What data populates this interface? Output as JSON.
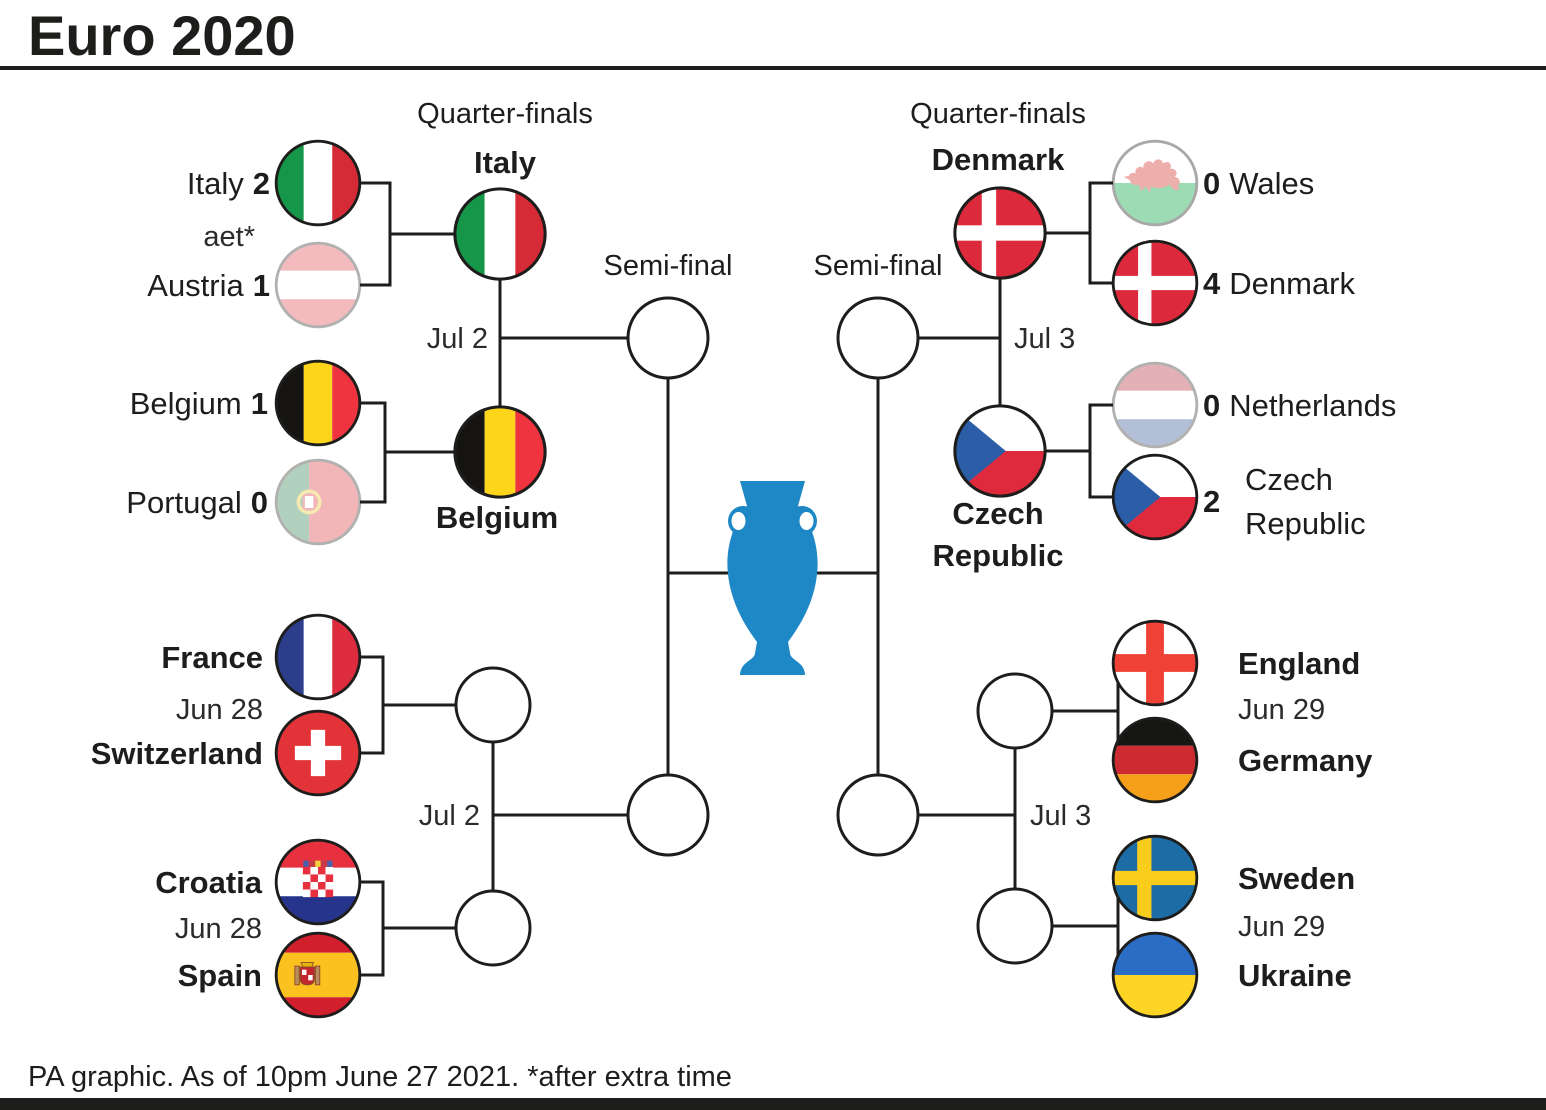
{
  "title": "Euro 2020",
  "footer": "PA graphic. As of 10pm June 27 2021. *after extra time",
  "colors": {
    "ink": "#1d1d1b",
    "trophy_blue": "#1e87c5",
    "date_text": "#2b2b2b"
  },
  "icons": {
    "trophy": "euro-trophy-icon",
    "flag_style": "circular-flag-icons"
  },
  "headers": {
    "qf_left": "Quarter-finals",
    "qf_right": "Quarter-finals",
    "sf_left": "Semi-final",
    "sf_right": "Semi-final"
  },
  "round_of_16": {
    "m1": {
      "home_name": "Italy",
      "home_score": "2",
      "note": "aet*",
      "away_name": "Austria",
      "away_score": "1"
    },
    "m2": {
      "home_name": "Belgium",
      "home_score": "1",
      "away_name": "Portugal",
      "away_score": "0"
    },
    "m3": {
      "home_name": "France",
      "date": "Jun 28",
      "away_name": "Switzerland"
    },
    "m4": {
      "home_name": "Croatia",
      "date": "Jun 28",
      "away_name": "Spain"
    },
    "m5": {
      "home_score": "0",
      "home_name": "Wales",
      "away_score": "4",
      "away_name": "Denmark"
    },
    "m6": {
      "home_score": "0",
      "home_name": "Netherlands",
      "away_score": "2",
      "away_name_lines": [
        "Czech",
        "Republic"
      ]
    },
    "m7": {
      "home_name": "England",
      "date": "Jun 29",
      "away_name": "Germany"
    },
    "m8": {
      "home_name": "Sweden",
      "date": "Jun 29",
      "away_name": "Ukraine"
    }
  },
  "quarter_finals": {
    "qf1": {
      "team1": "Italy",
      "team2": "Belgium",
      "date": "Jul 2"
    },
    "qf2": {
      "date": "Jul 2"
    },
    "qf3": {
      "team1": "Denmark",
      "team2_lines": [
        "Czech",
        "Republic"
      ],
      "date": "Jul 3"
    },
    "qf4": {
      "date": "Jul 3"
    }
  }
}
